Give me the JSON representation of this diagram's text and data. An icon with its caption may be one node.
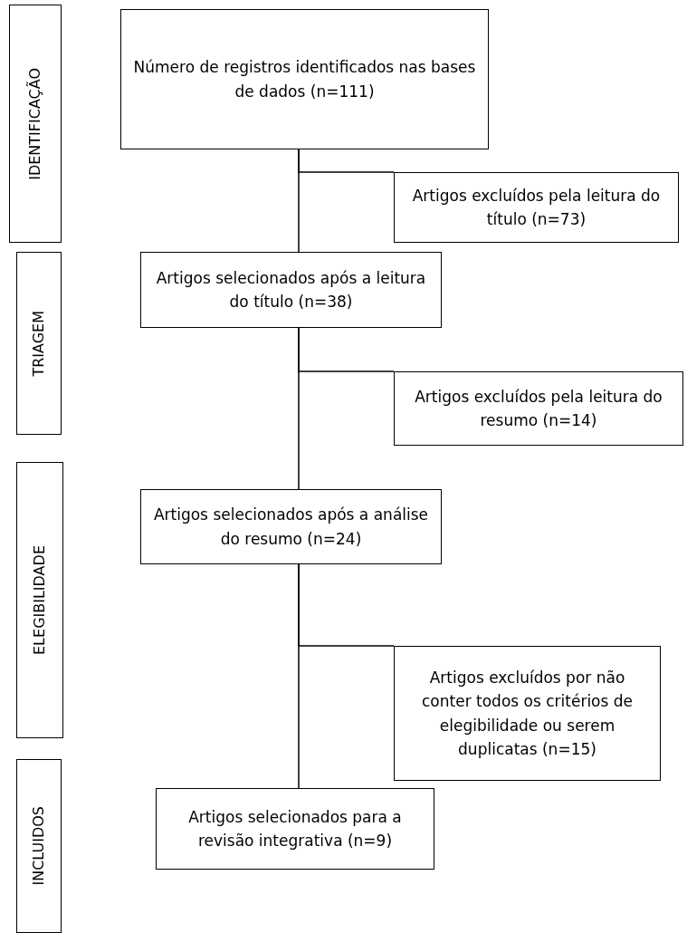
{
  "diagram": {
    "nodes": [
      {
        "text": [
          "IDENTIFICAÇÃO"
        ]
      },
      {
        "text": [
          "Número de registros identificados nas bases de dados (n=111)"
        ]
      },
      {
        "text": [
          "Artigos excluídos pela leitura do título (n=73)"
        ]
      },
      {
        "text": [
          "TRIAGEM"
        ]
      },
      {
        "text": [
          "Artigos selecionados após a leitura do título (n=38)"
        ]
      },
      {
        "text": [
          "Artigos excluídos pela leitura do resumo (n=14)"
        ]
      },
      {
        "text": [
          "ELEGIBILIDADE"
        ]
      },
      {
        "text": [
          "Artigos selecionados após a análise do resumo (n=24)"
        ]
      },
      {
        "text": [
          "Artigos excluídos por não conter todos os critérios de elegibilidade ou serem duplicatas (n=15)"
        ]
      },
      {
        "text": [
          "INCLUIDOS"
        ]
      },
      {
        "text": [
          "Artigos selecionados para a revisão integrativa (n=9)"
        ]
      }
    ],
    "edges": [
      {
        "from": 1,
        "to": 4,
        "arrow": "none"
      },
      {
        "from": 1,
        "to": 2,
        "arrow": "none"
      },
      {
        "from": 4,
        "to": 7,
        "arrow": "none"
      },
      {
        "from": 4,
        "to": 5,
        "arrow": "none"
      },
      {
        "from": 7,
        "to": 10,
        "arrow": "none"
      },
      {
        "from": 7,
        "to": 8,
        "arrow": "none"
      }
    ]
  }
}
